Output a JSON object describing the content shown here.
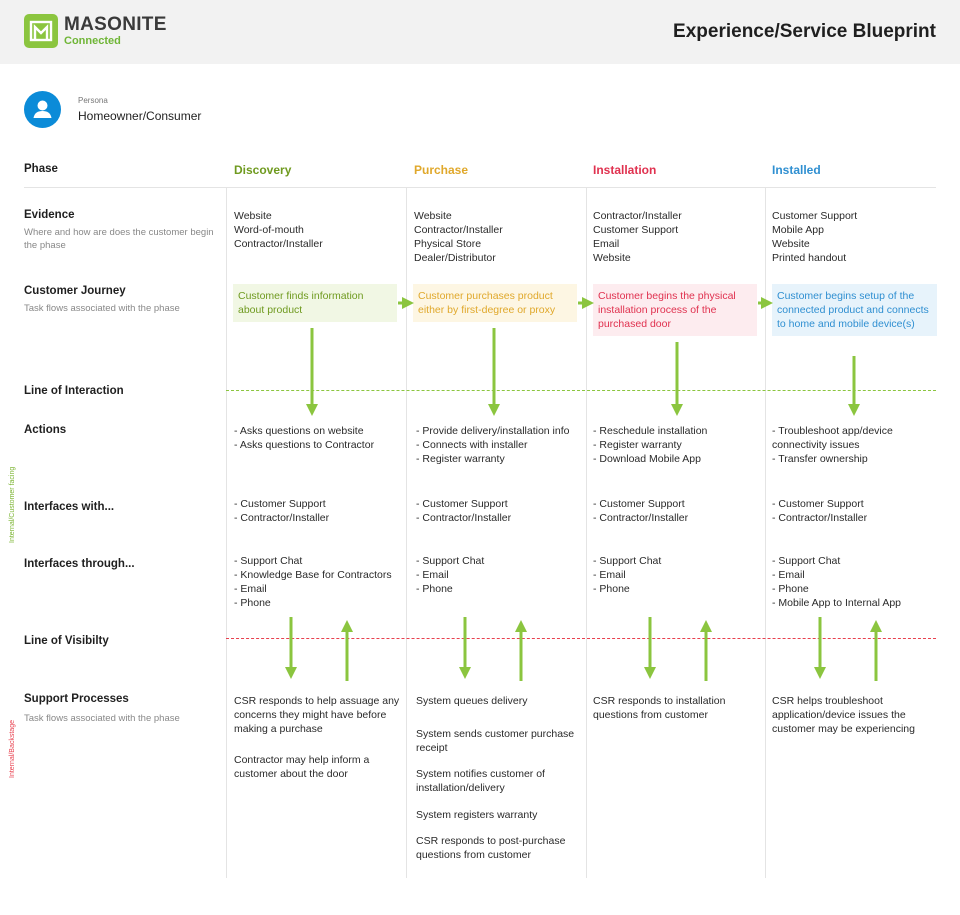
{
  "header": {
    "brand": "MASONITE",
    "brand_sub": "Connected",
    "title": "Experience/Service Blueprint"
  },
  "persona": {
    "label": "Persona",
    "value": "Homeowner/Consumer"
  },
  "rows": {
    "phase": "Phase",
    "evidence": "Evidence",
    "evidence_sub": "Where and how are does the customer begin the phase",
    "journey": "Customer Journey",
    "journey_sub": "Task flows associated with the phase",
    "line_interaction": "Line of Interaction",
    "actions": "Actions",
    "interfaces_with": "Interfaces with...",
    "interfaces_through": "Interfaces through...",
    "line_visibility": "Line of Visibilty",
    "support": "Support Processes",
    "support_sub": "Task flows associated with the phase"
  },
  "side_labels": {
    "customer": "Internal/Customer facing",
    "backstage": "Internal/Backstage"
  },
  "colors": {
    "discovery": "#6f9a1f",
    "purchase": "#e0a82b",
    "installation": "#e0314f",
    "installed": "#2f8fd1",
    "arrow": "#8bc53f",
    "visibility_line": "#e8414f"
  },
  "phases": [
    {
      "name": "Discovery",
      "evidence": [
        "Website",
        "Word-of-mouth",
        "Contractor/Installer"
      ],
      "journey": "Customer finds information about product",
      "actions": [
        "- Asks questions on website",
        "- Asks questions to Contractor"
      ],
      "interfaces_with": [
        "- Customer Support",
        "- Contractor/Installer"
      ],
      "interfaces_through": [
        "- Support Chat",
        "- Knowledge Base for Contractors",
        "- Email",
        "- Phone"
      ],
      "support": [
        "CSR responds to help assuage any concerns they might have before making a purchase",
        "Contractor may help inform a customer about the door"
      ]
    },
    {
      "name": "Purchase",
      "evidence": [
        "Website",
        "Contractor/Installer",
        "Physical Store",
        "Dealer/Distributor"
      ],
      "journey": "Customer purchases product either by first-degree or proxy",
      "actions": [
        "- Provide delivery/installation info",
        "- Connects with installer",
        "- Register warranty"
      ],
      "interfaces_with": [
        "- Customer Support",
        "- Contractor/Installer"
      ],
      "interfaces_through": [
        "- Support Chat",
        "- Email",
        "- Phone"
      ],
      "support": [
        "System queues delivery",
        "System sends customer purchase receipt",
        "System notifies customer of installation/delivery",
        "System registers warranty",
        "CSR responds to post-purchase questions from customer"
      ]
    },
    {
      "name": "Installation",
      "evidence": [
        "Contractor/Installer",
        "Customer Support",
        "Email",
        "Website"
      ],
      "journey": "Customer begins the physical installation process of the purchased door",
      "actions": [
        "- Reschedule installation",
        "- Register warranty",
        "- Download Mobile App"
      ],
      "interfaces_with": [
        "- Customer Support",
        "- Contractor/Installer"
      ],
      "interfaces_through": [
        "- Support Chat",
        "- Email",
        "- Phone"
      ],
      "support": [
        "CSR responds to installation questions from customer"
      ]
    },
    {
      "name": "Installed",
      "evidence": [
        "Customer Support",
        "Mobile App",
        "Website",
        "Printed handout"
      ],
      "journey": "Customer begins setup of the connected product and connects to home and mobile device(s)",
      "actions": [
        "- Troubleshoot app/device connectivity issues",
        "- Transfer ownership"
      ],
      "interfaces_with": [
        "- Customer Support",
        "- Contractor/Installer"
      ],
      "interfaces_through": [
        "- Support Chat",
        "- Email",
        "- Phone",
        "- Mobile App to Internal App"
      ],
      "support": [
        "CSR helps troubleshoot application/device issues the customer may be experiencing"
      ]
    }
  ]
}
